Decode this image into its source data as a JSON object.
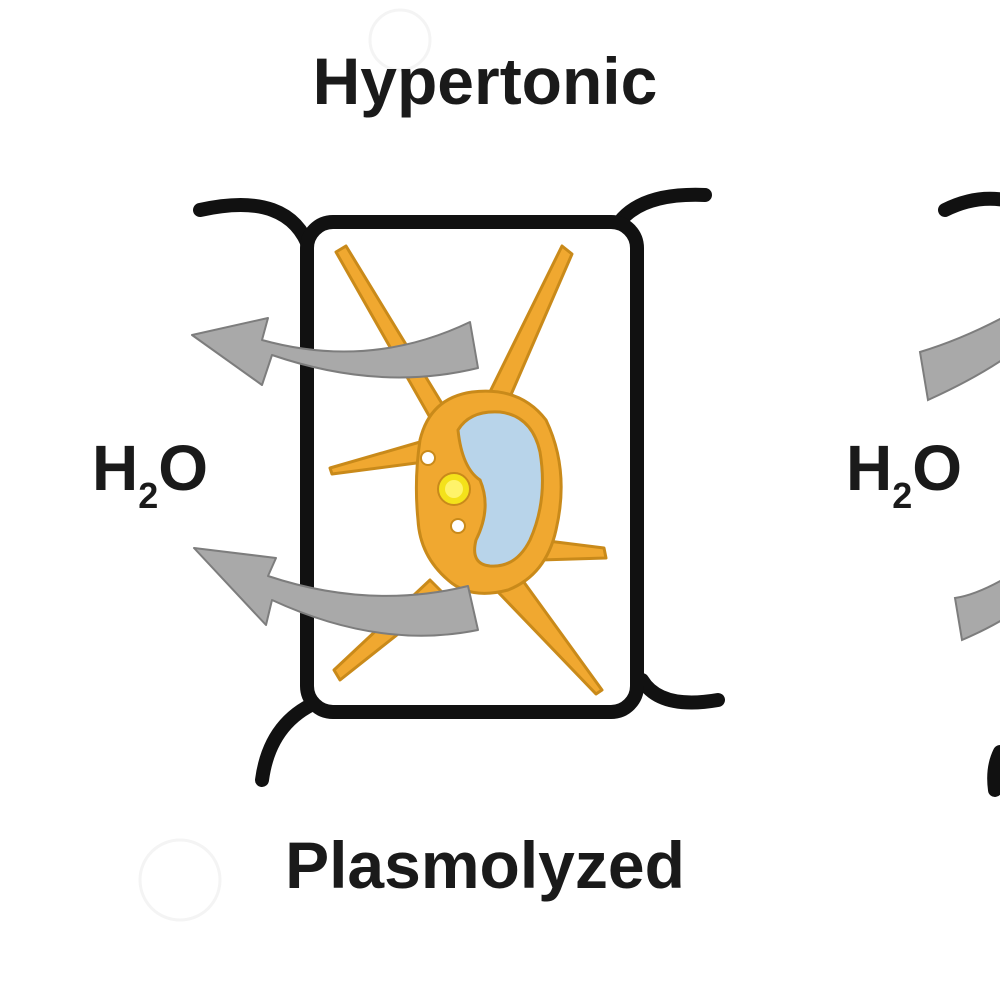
{
  "titles": {
    "top": "Hypertonic",
    "bottom": "Plasmolyzed"
  },
  "molecule": {
    "main": "H",
    "subscript": "2",
    "tail": "O"
  },
  "colors": {
    "outline": "#111111",
    "cytoplasm": "#f0a830",
    "cytoplasm_edge": "#c98a1a",
    "vacuole": "#b8d4ea",
    "nucleus": "#f4e21a",
    "arrow": "#a9a9a9",
    "arrow_edge": "#7d7d7d"
  },
  "icons": {
    "watermark": "watermark-icon"
  }
}
